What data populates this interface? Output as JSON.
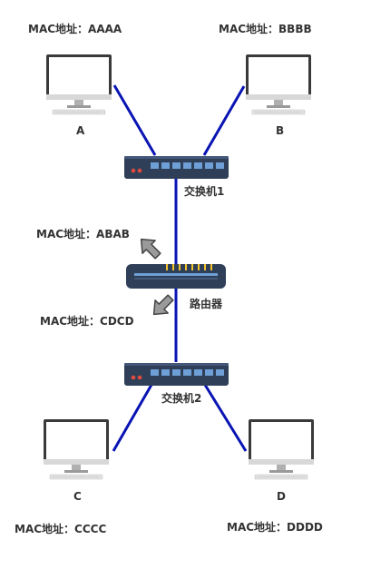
{
  "computers": {
    "a": {
      "name": "A",
      "mac": "MAC地址：AAAA"
    },
    "b": {
      "name": "B",
      "mac": "MAC地址：BBBB"
    },
    "c": {
      "name": "C",
      "mac": "MAC地址：CCCC"
    },
    "d": {
      "name": "D",
      "mac": "MAC地址：DDDD"
    }
  },
  "switch1": {
    "name": "交换机1"
  },
  "switch2": {
    "name": "交换机2"
  },
  "router": {
    "name": "路由器",
    "mac_upper": "MAC地址：ABAB",
    "mac_lower": "MAC地址：CDCD"
  },
  "colors": {
    "link": "#0a14b4",
    "device_dark": "#2f3f58",
    "port": "#6e9fd6",
    "led_red": "#e54b3c",
    "led_yellow": "#f2c12e",
    "arrow": "#9a9a9a"
  }
}
